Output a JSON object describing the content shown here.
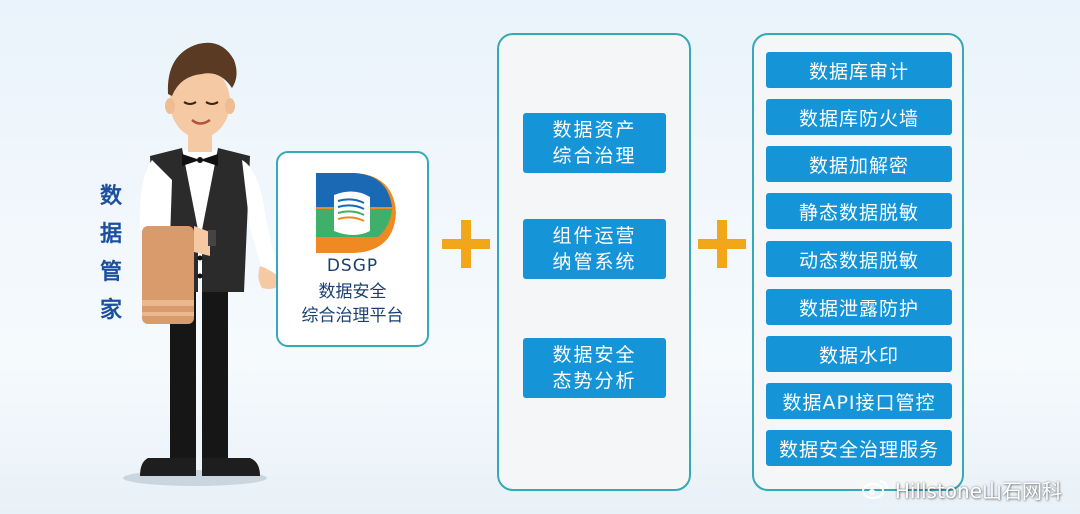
{
  "left_label": [
    "数",
    "据",
    "管",
    "家"
  ],
  "platform": {
    "code": "DSGP",
    "name_line1": "数据安全",
    "name_line2": "综合治理平台"
  },
  "middle_items": [
    {
      "line1": "数据资产",
      "line2": "综合治理"
    },
    {
      "line1": "组件运营",
      "line2": "纳管系统"
    },
    {
      "line1": "数据安全",
      "line2": "态势分析"
    }
  ],
  "right_items": [
    "数据库审计",
    "数据库防火墙",
    "数据加解密",
    "静态数据脱敏",
    "动态数据脱敏",
    "数据泄露防护",
    "数据水印",
    "数据API接口管控",
    "数据安全治理服务"
  ],
  "watermark": "Hillstone山石网科",
  "colors": {
    "accent_blue": "#1594d8",
    "border_teal": "#35a9b5",
    "plus_orange": "#f2a71b",
    "label_navy": "#1c4f9c"
  }
}
